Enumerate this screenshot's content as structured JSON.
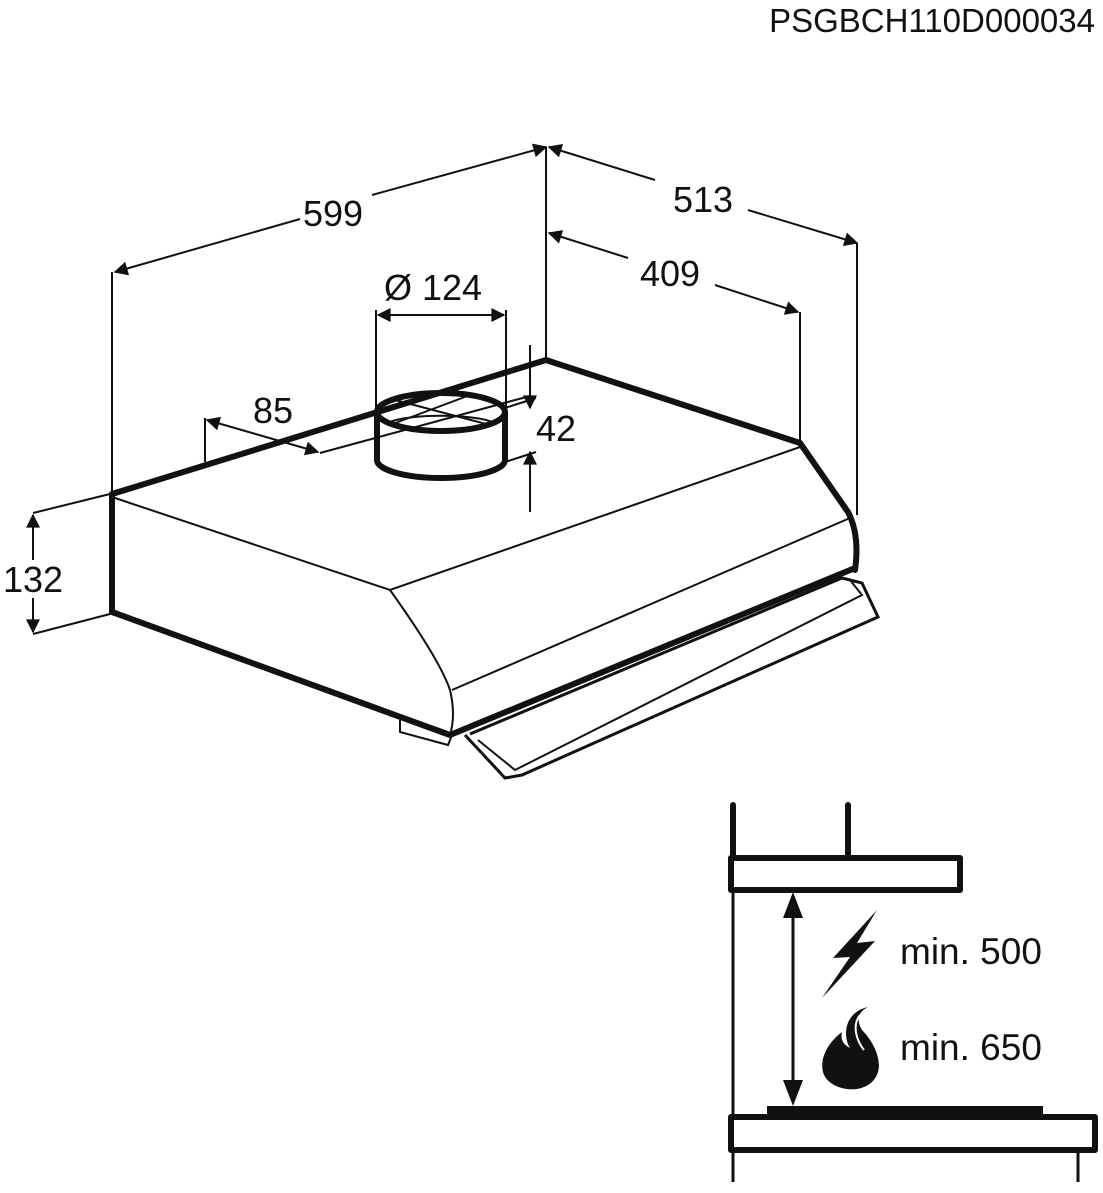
{
  "document_code": "PSGBCH110D000034",
  "dimensions": {
    "width": "599",
    "depth_total": "513",
    "depth_duct_offset": "409",
    "duct_diameter": "Ø 124",
    "duct_side_offset": "85",
    "duct_height": "42",
    "height": "132"
  },
  "installation": {
    "electric_min": "min. 500",
    "gas_min": "min. 650",
    "electric_icon": "lightning-icon",
    "gas_icon": "flame-icon"
  },
  "colors": {
    "line": "#111111",
    "background": "#ffffff"
  }
}
